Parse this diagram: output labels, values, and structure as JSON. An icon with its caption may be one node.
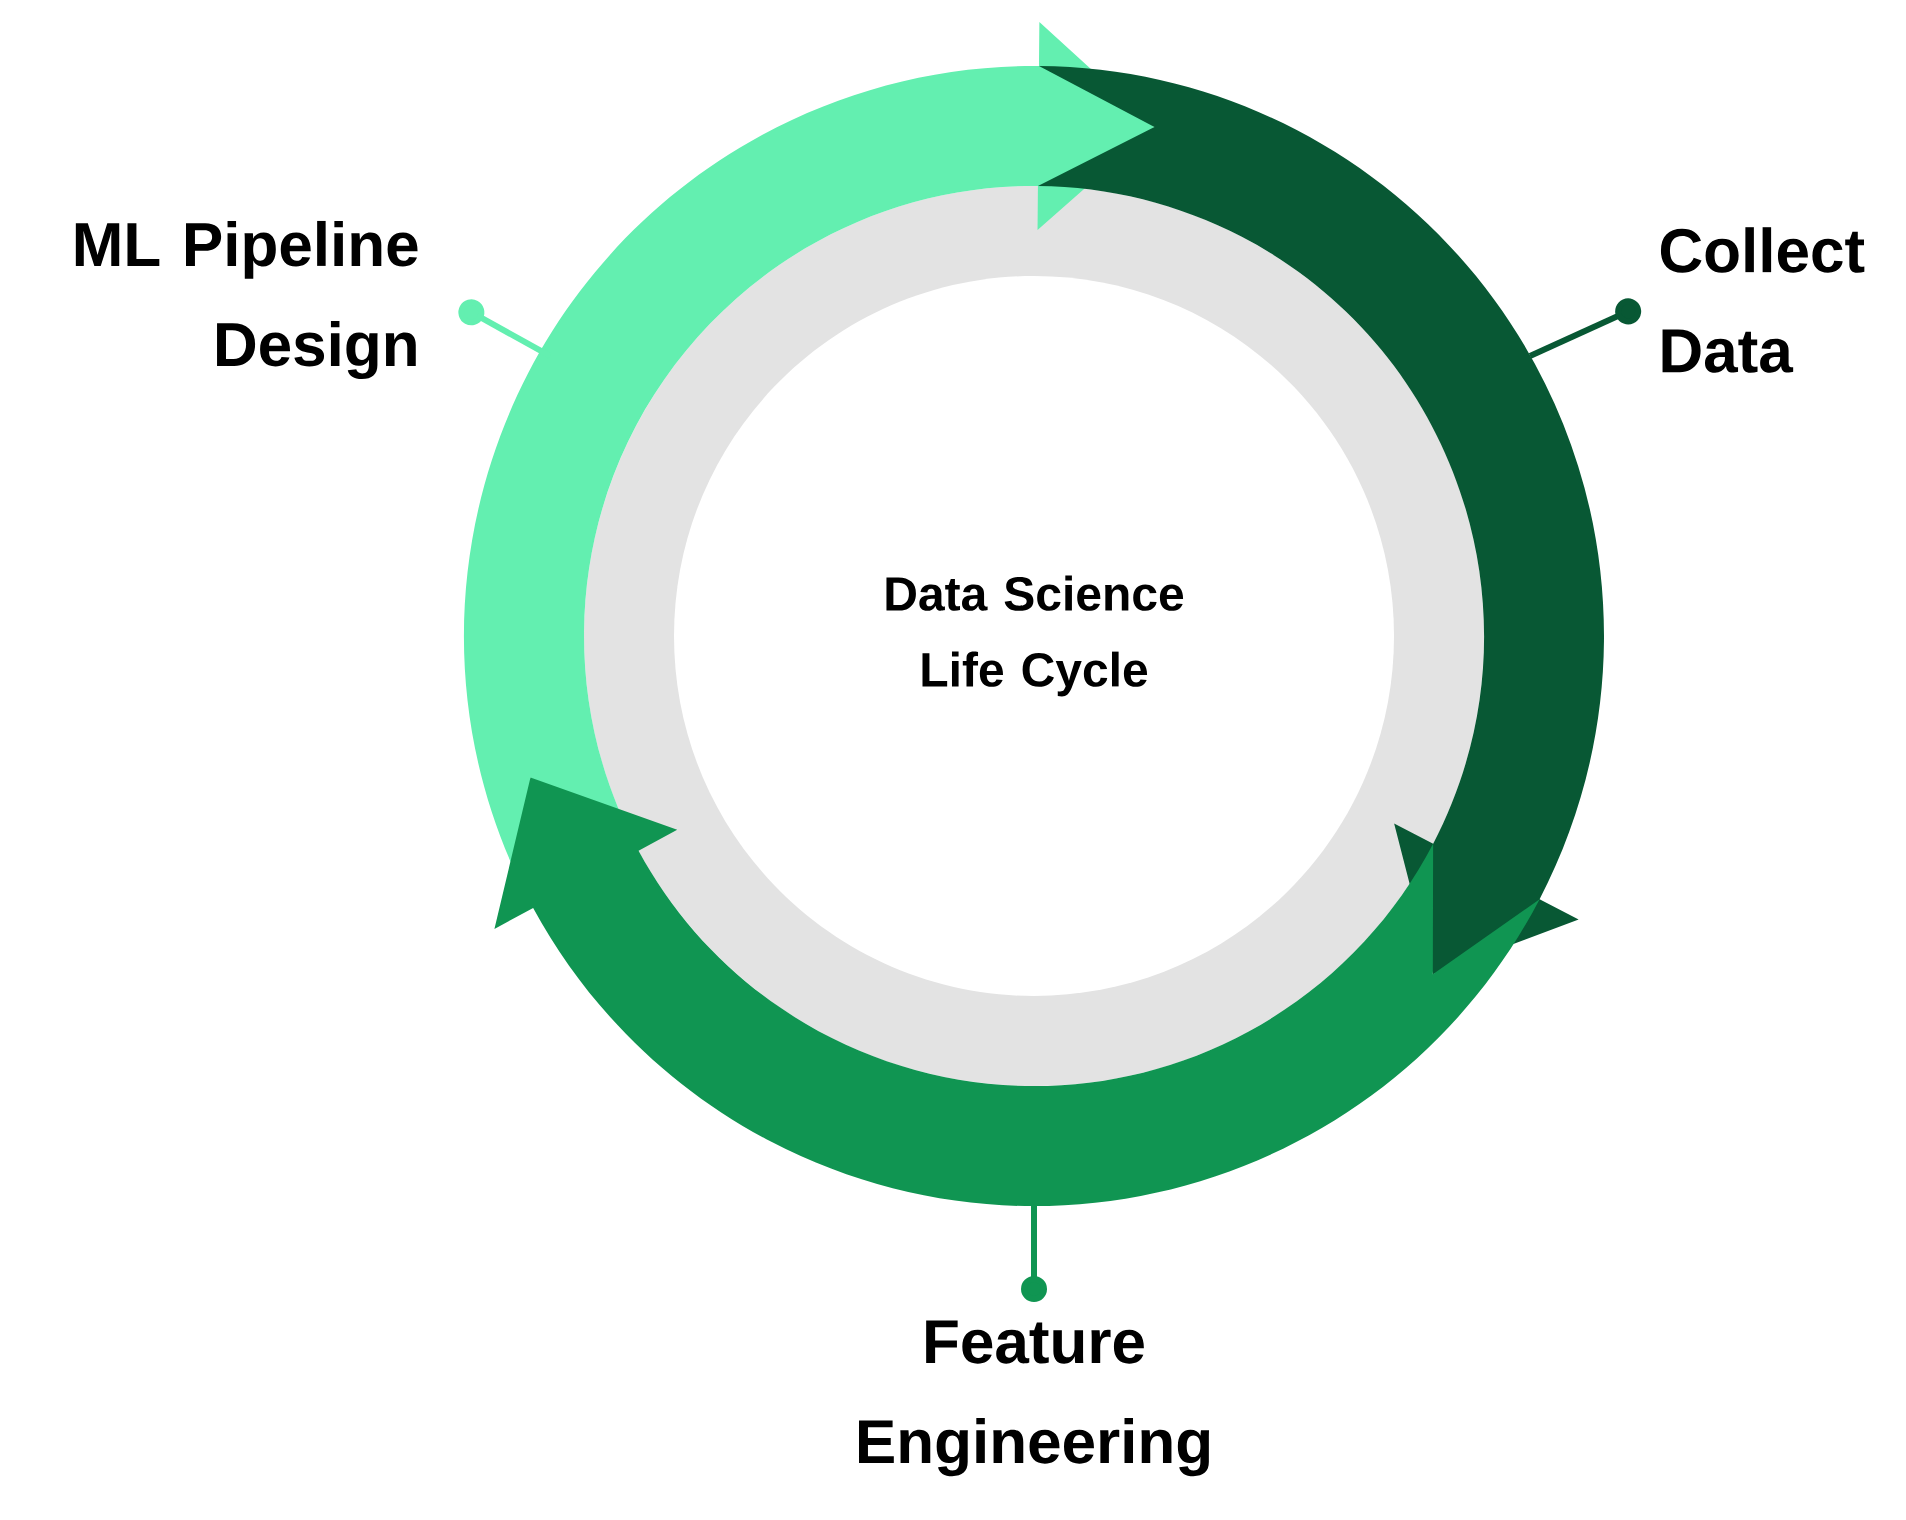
{
  "diagram": {
    "nodes": [
      {
        "text": [
          "Data Science Life Cycle"
        ]
      },
      {
        "text": [
          "ML Pipeline Design"
        ]
      },
      {
        "text": [
          "Collect Data"
        ]
      },
      {
        "text": [
          "Feature Engineering"
        ]
      }
    ],
    "edges": [
      {
        "from": 1,
        "to": null,
        "arrow": "other",
        "color": "#63efb0"
      },
      {
        "from": 2,
        "to": null,
        "arrow": "other",
        "color": "#085834"
      },
      {
        "from": 3,
        "to": null,
        "arrow": "other",
        "color": "#109552"
      }
    ]
  }
}
